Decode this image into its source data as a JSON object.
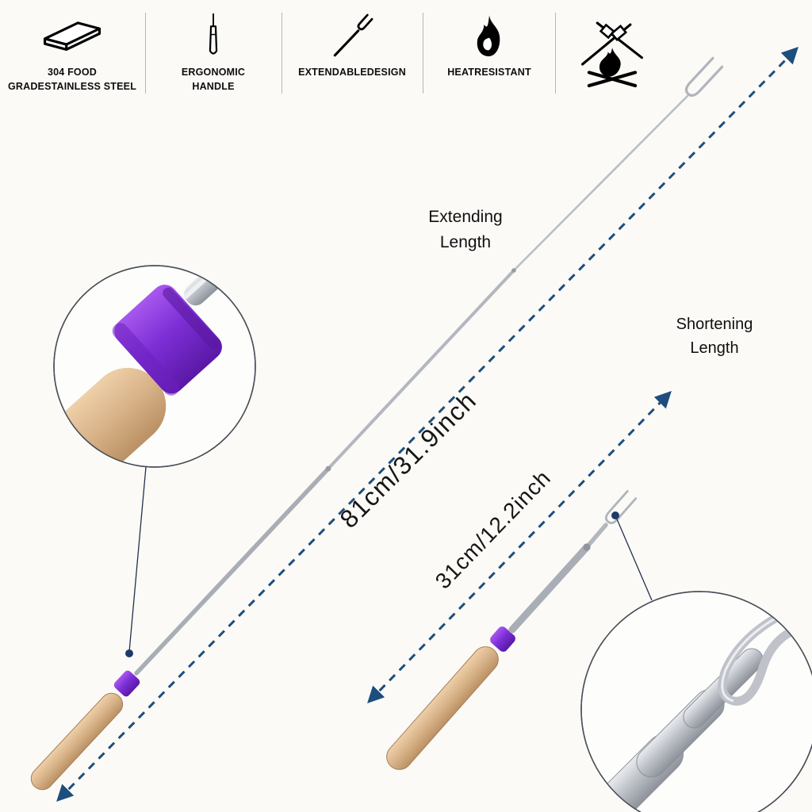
{
  "features": [
    {
      "icon": "steel-bar-icon",
      "lines": [
        "304 FOOD",
        "GRADESTAINLESS STEEL"
      ]
    },
    {
      "icon": "handle-icon",
      "lines": [
        "ERGONOMIC",
        "HANDLE"
      ]
    },
    {
      "icon": "extendable-fork-icon",
      "lines": [
        "EXTENDABLEDESIGN"
      ]
    },
    {
      "icon": "flame-icon",
      "lines": [
        "HEATRESISTANT"
      ]
    },
    {
      "icon": "campfire-icon",
      "lines": []
    }
  ],
  "annotations": {
    "extending_label": "Extending Length",
    "shortening_label": "Shortening Length",
    "extended_measure": "81cm/31.9inch",
    "collapsed_measure": "31cm/12.2inch"
  },
  "colors": {
    "arrow_blue": "#1d4e7e",
    "collar_purple": "#7d2fd6",
    "handle_wood": "#d8b288",
    "rod_silver": "#b0b4bb",
    "text": "#111111",
    "background": "#fbfaf7"
  }
}
